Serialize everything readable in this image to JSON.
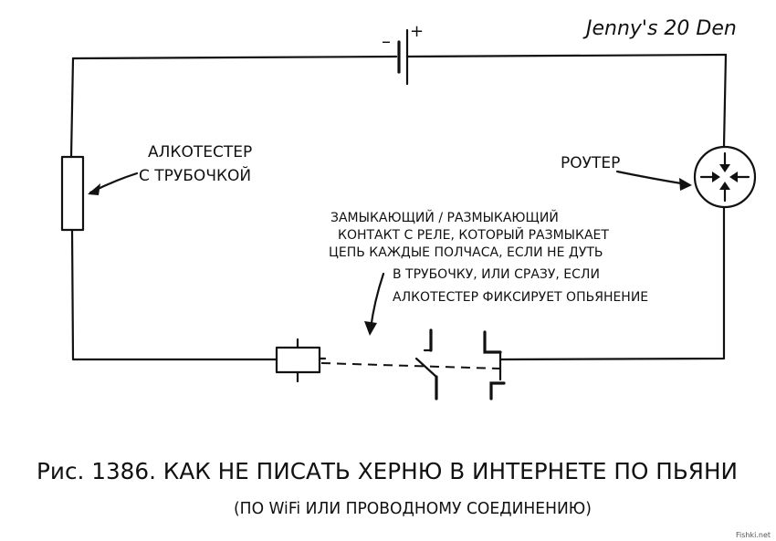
{
  "signature": "Jenny's 20 Den",
  "battery": {
    "minus": "–",
    "plus": "+"
  },
  "labels": {
    "breathalyzer": [
      "АЛКОТЕСТЕР",
      "С ТРУБОЧКОЙ"
    ],
    "router": "РОУТЕР",
    "relay_contact": [
      "ЗАМЫКАЮЩИЙ / РАЗМЫКАЮЩИЙ",
      "КОНТАКТ С РЕЛЕ, КОТОРЫЙ РАЗМЫКАЕТ",
      "ЦЕПЬ КАЖДЫЕ ПОЛЧАСА, ЕСЛИ НЕ ДУТЬ",
      "В ТРУБОЧКУ, ИЛИ СРАЗУ, ЕСЛИ",
      "АЛКОТЕСТЕР ФИКСИРУЕТ ОПЬЯНЕНИЕ"
    ]
  },
  "caption": {
    "main": "Рис. 1386. КАК НЕ ПИСАТЬ ХЕРНЮ В ИНТЕРНЕТЕ ПО ПЬЯНИ",
    "sub": "(ПО WiFi ИЛИ ПРОВОДНОМУ СОЕДИНЕНИЮ)"
  },
  "watermark": "Fishki.net"
}
